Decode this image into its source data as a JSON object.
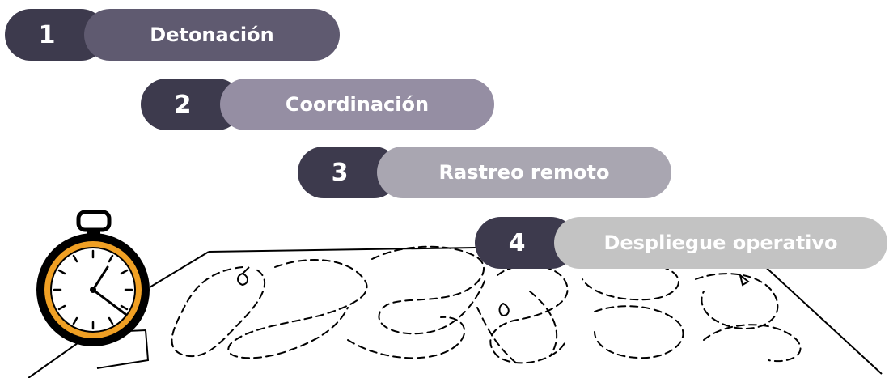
{
  "colors": {
    "num_bg": "#3d3a4d",
    "label_bg": [
      "#5f5a70",
      "#958ea3",
      "#a9a6b1",
      "#c3c3c3"
    ],
    "clock_ring": "#f0a024",
    "outline": "#000000"
  },
  "steps": [
    {
      "number": "1",
      "label": "Detonación"
    },
    {
      "number": "2",
      "label": "Coordinación"
    },
    {
      "number": "3",
      "label": "Rastreo remoto"
    },
    {
      "number": "4",
      "label": "Despliegue operativo"
    }
  ],
  "illustration": {
    "icons": [
      "stopwatch-icon",
      "map-icon",
      "dashed-route-icon"
    ]
  }
}
